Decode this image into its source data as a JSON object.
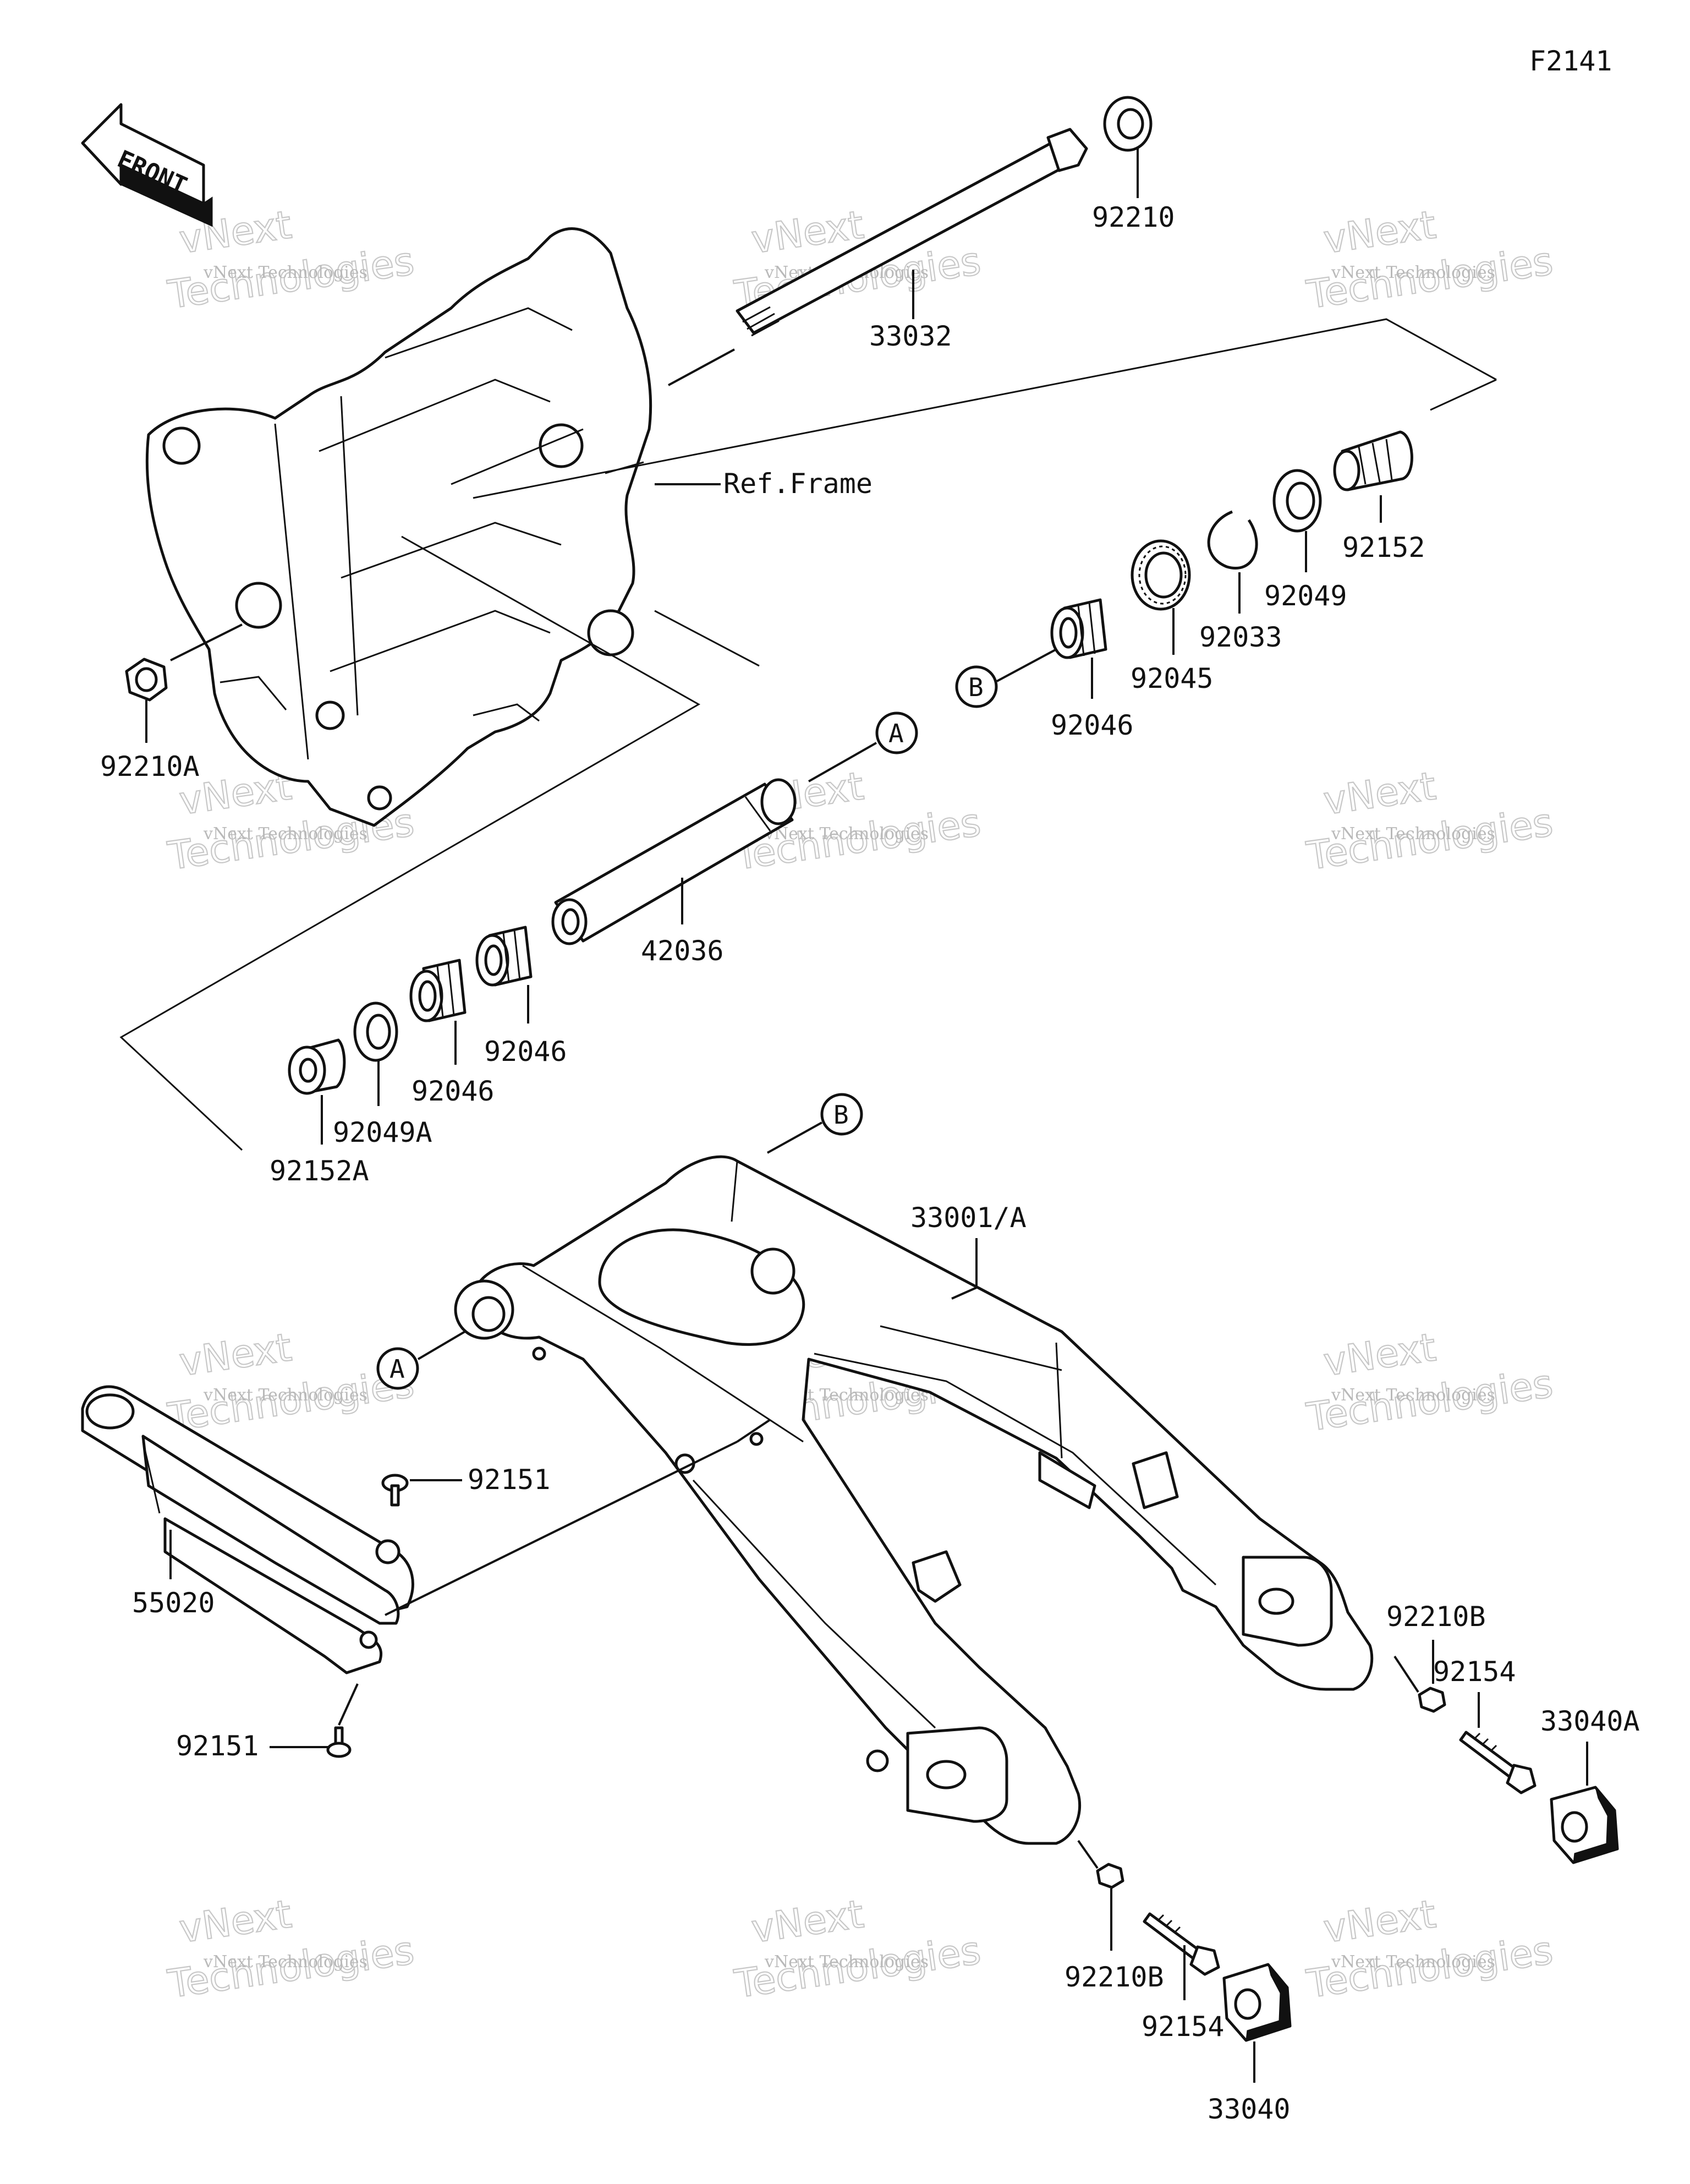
{
  "figure_code": "F2141",
  "front_label": "FRONT",
  "ref_frame_label": "Ref.Frame",
  "callouts": {
    "a_top": "A",
    "a_bottom": "A",
    "b_top": "B",
    "b_bottom": "B"
  },
  "parts": {
    "p92210": "92210",
    "p33032": "33032",
    "p92210A": "92210A",
    "p92152": "92152",
    "p92049": "92049",
    "p92033": "92033",
    "p92045": "92045",
    "p92046_upper": "92046",
    "p42036": "42036",
    "p92046_mid": "92046",
    "p92046_low": "92046",
    "p92049A": "92049A",
    "p92152A": "92152A",
    "p33001A": "33001/A",
    "p92151_top": "92151",
    "p55020": "55020",
    "p92151_bottom": "92151",
    "p92210B_right": "92210B",
    "p92154_right": "92154",
    "p33040A": "33040A",
    "p92210B_bottom": "92210B",
    "p92154_bottom": "92154",
    "p33040": "33040"
  },
  "watermark": {
    "small": "vNext Technologies",
    "big_top": "vNext",
    "big_bottom": "Technologies"
  }
}
